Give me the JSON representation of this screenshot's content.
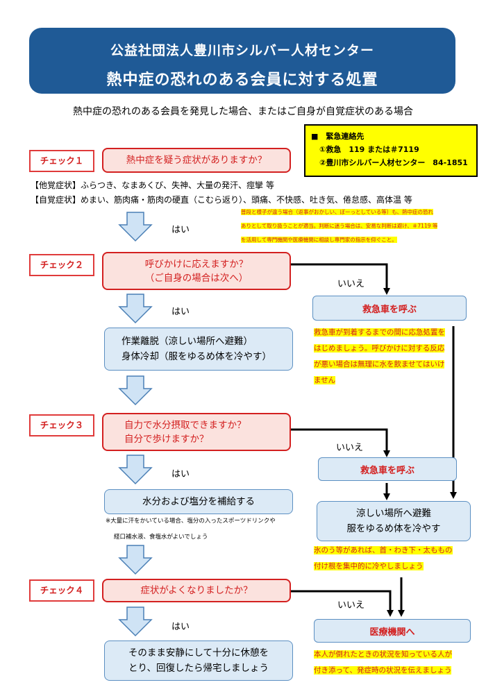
{
  "header": {
    "line1": "公益社団法人豊川市シルバー人材センター",
    "line2": "熱中症の恐れのある会員に対する処置"
  },
  "subtitle": "熱中症の恐れのある会員を発見した場合、またはご自身が自覚症状のある場合",
  "emergency": {
    "title": "■　緊急連絡先",
    "line1": "①救急　119 または＃7119",
    "line2": "②豊川市シルバー人材センター　84-1851"
  },
  "check1": {
    "label": "チェック１",
    "question": "熱中症を疑う症状がありますか？",
    "symptoms1": "【他覚症状】ふらつき、なまあくび、失神、大量の発汗、痙攣 等",
    "symptoms2": "【自覚症状】めまい、筋肉痛・筋肉の硬直（こむら返り）、頭痛、不快感、吐き気、倦怠感、高体温 等",
    "yes": "はい",
    "note": [
      "普段と様子が違う場合（返事がおかしい、ぼーっとしている等）も、熱中症の恐れ",
      "ありとして取り扱うことが適当。判断に迷う場合は、安易な判断は避け、＃7119 等",
      "を活用して専門機関や医療機関に相談し専門家の指示を仰ぐこと。"
    ]
  },
  "check2": {
    "label": "チェック２",
    "question1": "呼びかけに応えますか？",
    "question2": "（ご自身の場合は次へ）",
    "yes": "はい",
    "no": "いいえ",
    "ambulance": "救急車を呼ぶ",
    "note": [
      "救急車が到着するまでの間に応急処置を",
      "はじめましょう。呼びかけに対する反応",
      "が悪い場合は無理に水を飲ませてはいけ",
      "ません"
    ],
    "action1": "作業離脱（涼しい場所へ避難）",
    "action2": "身体冷却（服をゆるめ体を冷やす）"
  },
  "check3": {
    "label": "チェック３",
    "question1": "自力で水分摂取できますか？",
    "question2": "自分で歩けますか？",
    "yes": "はい",
    "no": "いいえ",
    "ambulance": "救急車を呼ぶ",
    "action": "水分および塩分を補給する",
    "note1": "※大量に汗をかいている場合、塩分の入ったスポーツドリンクや",
    "note2": "経口補水液、食塩水がよいでしょう",
    "cool1": "涼しい場所へ避難",
    "cool2": "服をゆるめ体を冷やす",
    "cool_note": [
      "氷のう等があれば、首・わき下・太ももの",
      "付け根を集中的に冷やしましょう"
    ]
  },
  "check4": {
    "label": "チェック４",
    "question": "症状がよくなりましたか？",
    "yes": "はい",
    "no": "いいえ",
    "medical": "医療機関へ",
    "medical_note": [
      "本人が倒れたときの状況を知っている人が",
      "付き添って、発症時の状況を伝えましょう"
    ],
    "rest1": "そのまま安静にして十分に休憩を",
    "rest2": "とり、回復したら帰宅しましょう"
  }
}
